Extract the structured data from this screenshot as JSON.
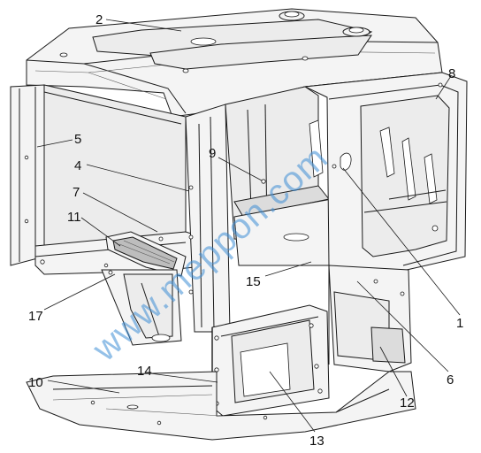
{
  "watermark": "www.meppon.com",
  "callouts": [
    {
      "label": "1"
    },
    {
      "label": "2"
    },
    {
      "label": "4"
    },
    {
      "label": "5"
    },
    {
      "label": "6"
    },
    {
      "label": "7"
    },
    {
      "label": "8"
    },
    {
      "label": "9"
    },
    {
      "label": "10"
    },
    {
      "label": "11"
    },
    {
      "label": "12"
    },
    {
      "label": "13"
    },
    {
      "label": "14"
    },
    {
      "label": "15"
    },
    {
      "label": "17"
    }
  ],
  "colors": {
    "line": "#1a1a1a",
    "watermark": "#3f8fd6",
    "background": "#ffffff"
  }
}
